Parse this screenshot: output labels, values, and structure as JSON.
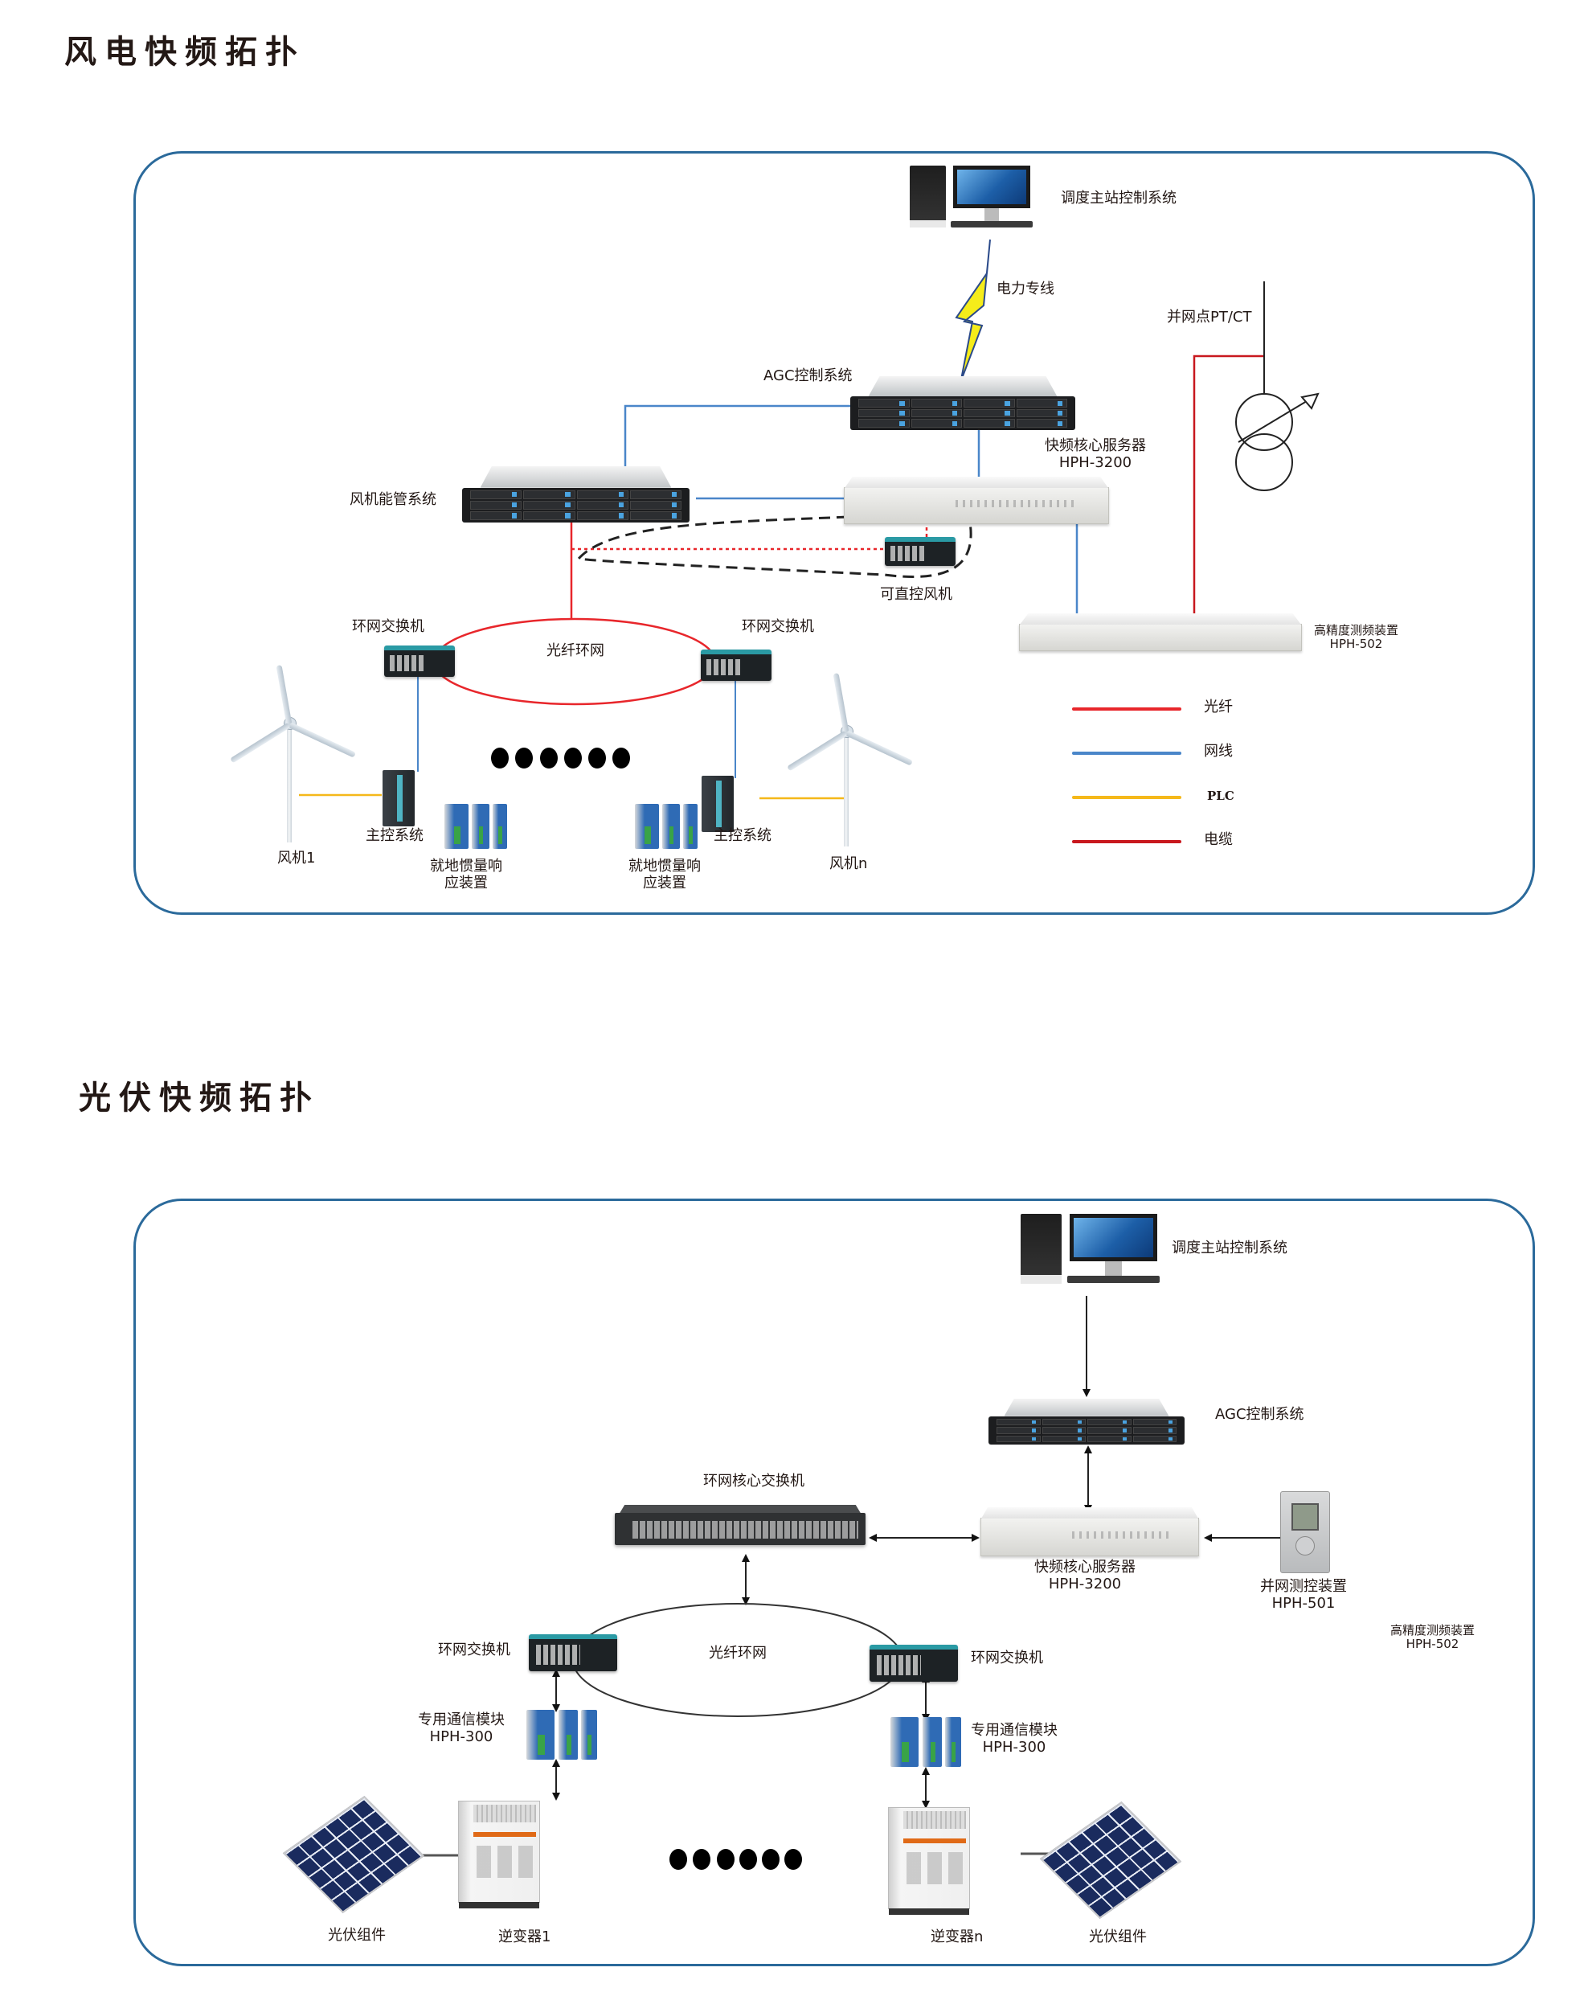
{
  "wind": {
    "title": "风电快频拓扑",
    "dispatch": "调度主站控制系统",
    "power_line": "电力专线",
    "pt_ct": "并网点PT/CT",
    "agc": "AGC控制系统",
    "core_server_name": "快频核心服务器",
    "core_server_model": "HPH-3200",
    "turbine_ems": "风机能管系统",
    "direct_turbine": "可直控风机",
    "ring_switch_left": "环网交换机",
    "ring_switch_right": "环网交换机",
    "fiber_ring": "光纤环网",
    "freq_meter_name": "高精度测频装置",
    "freq_meter_model": "HPH-502",
    "main_control_left": "主控系统",
    "main_control_right": "主控系统",
    "inertia_left_line1": "就地惯量响",
    "inertia_left_line2": "应装置",
    "inertia_right_line1": "就地惯量响",
    "inertia_right_line2": "应装置",
    "turbine_1": "风机1",
    "turbine_n": "风机n",
    "legend": [
      {
        "label": "光纤",
        "color": "#e8262b"
      },
      {
        "label": "网线",
        "color": "#4a86c9"
      },
      {
        "label": "PLC",
        "color": "#f5b81a"
      },
      {
        "label": "电缆",
        "color": "#c8181e"
      }
    ]
  },
  "pv": {
    "title": "光伏快频拓扑",
    "dispatch": "调度主站控制系统",
    "agc": "AGC控制系统",
    "core_switch": "环网核心交换机",
    "core_server_name": "快频核心服务器",
    "core_server_model": "HPH-3200",
    "grid_device_name": "并网测控装置",
    "grid_device_model": "HPH-501",
    "freq_meter_name": "高精度测频装置",
    "freq_meter_model": "HPH-502",
    "ring_switch_left": "环网交换机",
    "ring_switch_right": "环网交换机",
    "fiber_ring": "光纤环网",
    "comm_left_name": "专用通信模块",
    "comm_left_model": "HPH-300",
    "comm_right_name": "专用通信模块",
    "comm_right_model": "HPH-300",
    "pv_left": "光伏组件",
    "pv_right": "光伏组件",
    "inverter_1": "逆变器1",
    "inverter_n": "逆变器n"
  },
  "colors": {
    "panel_border": "#2b6a9b",
    "fiber": "#e8262b",
    "ethernet": "#4a86c9",
    "plc": "#f5b81a",
    "cable": "#c8181e"
  }
}
